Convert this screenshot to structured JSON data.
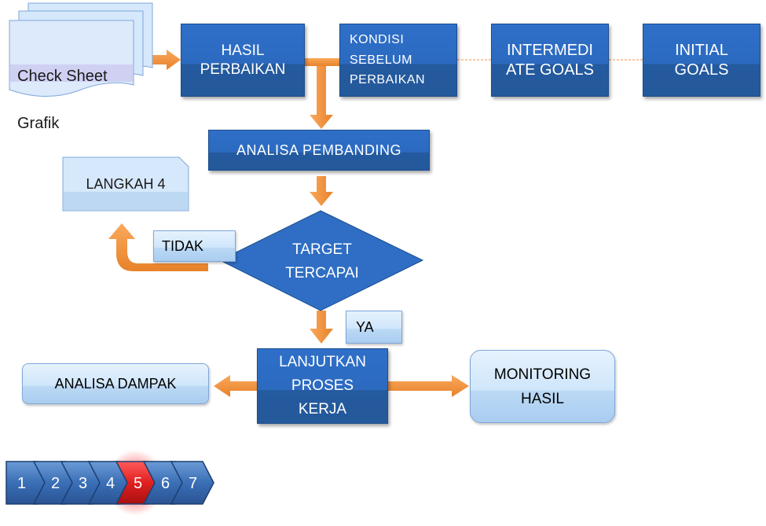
{
  "check_sheet": {
    "line1": "Check Sheet",
    "line2": "Grafik"
  },
  "hasil_perbaikan": "HASIL\nPERBAIKAN",
  "kondisi_sebelum": "KONDISI\nSEBELUM\nPERBAIKAN",
  "intermediate_goals": "INTERMEDI\nATE GOALS",
  "initial_goals": "INITIAL\nGOALS",
  "analisa_pembanding": "ANALISA PEMBANDING",
  "langkah4": "LANGKAH 4",
  "tidak": "TIDAK",
  "target_tercapai": "TARGET\nTERCAPAI",
  "ya": "YA",
  "lanjutkan": "LANJUTKAN\nPROSES\nKERJA",
  "analisa_dampak": "ANALISA DAMPAK",
  "monitoring": "MONITORING\nHASIL",
  "steps": [
    {
      "label": "1",
      "active": false
    },
    {
      "label": "2",
      "active": false
    },
    {
      "label": "3",
      "active": false
    },
    {
      "label": "4",
      "active": false
    },
    {
      "label": "5",
      "active": true
    },
    {
      "label": "6",
      "active": false
    },
    {
      "label": "7",
      "active": false
    }
  ],
  "colors": {
    "box": "#2c6ac0",
    "arrow": "#f5933a",
    "active_step": "#e02020",
    "step": "#3a6fb6"
  }
}
